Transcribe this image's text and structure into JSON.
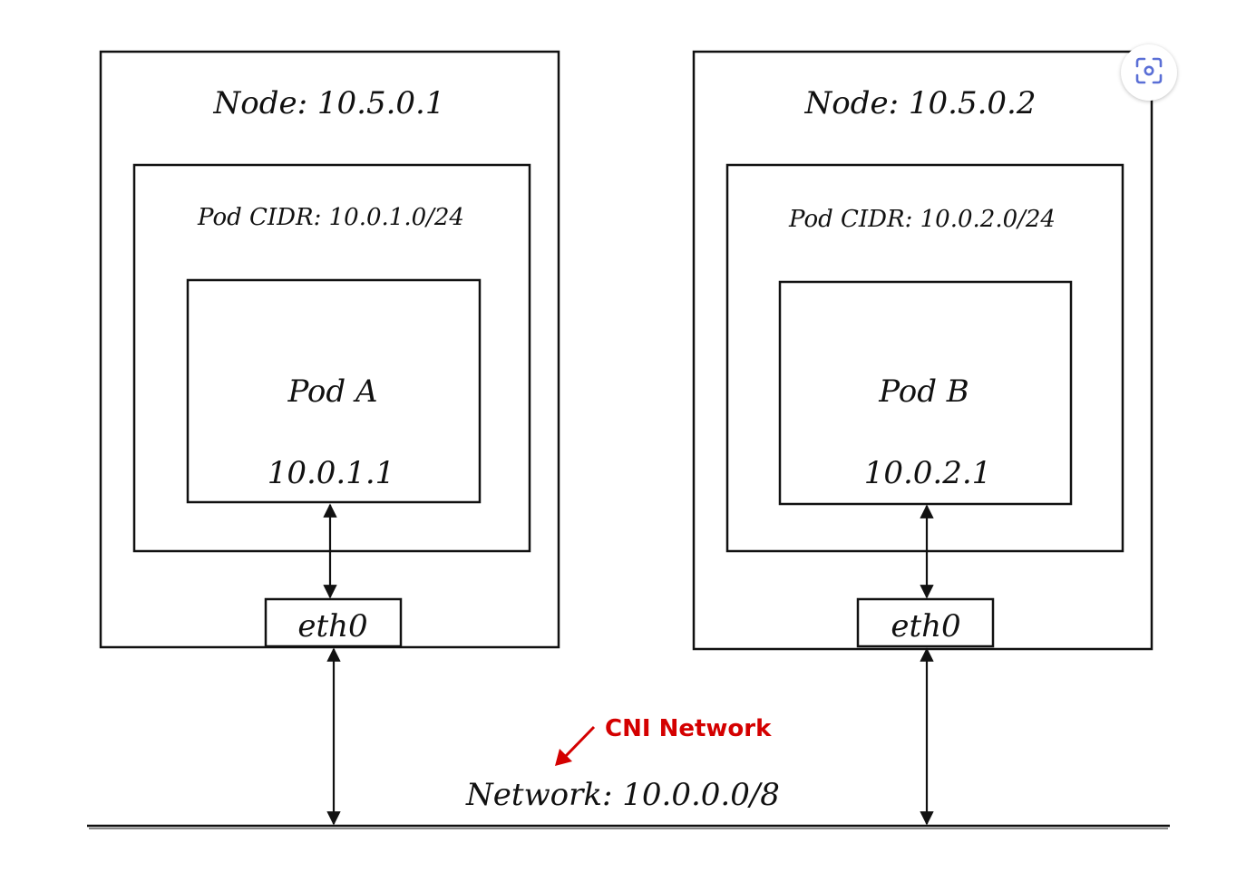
{
  "diagram": {
    "nodes": [
      {
        "label": "Node: 10.5.0.1",
        "pod_cidr": "Pod CIDR: 10.0.1.0/24",
        "pod_name": "Pod A",
        "pod_ip": "10.0.1.1",
        "interface": "eth0"
      },
      {
        "label": "Node: 10.5.0.2",
        "pod_cidr": "Pod CIDR: 10.0.2.0/24",
        "pod_name": "Pod B",
        "pod_ip": "10.0.2.1",
        "interface": "eth0"
      }
    ],
    "network_label": "Network: 10.0.0.0/8",
    "annotation": {
      "text": "CNI Network",
      "color": "#d40000"
    }
  },
  "toolbar": {
    "lens_icon": "visual-search-icon",
    "accent": "#5a6fd6"
  }
}
